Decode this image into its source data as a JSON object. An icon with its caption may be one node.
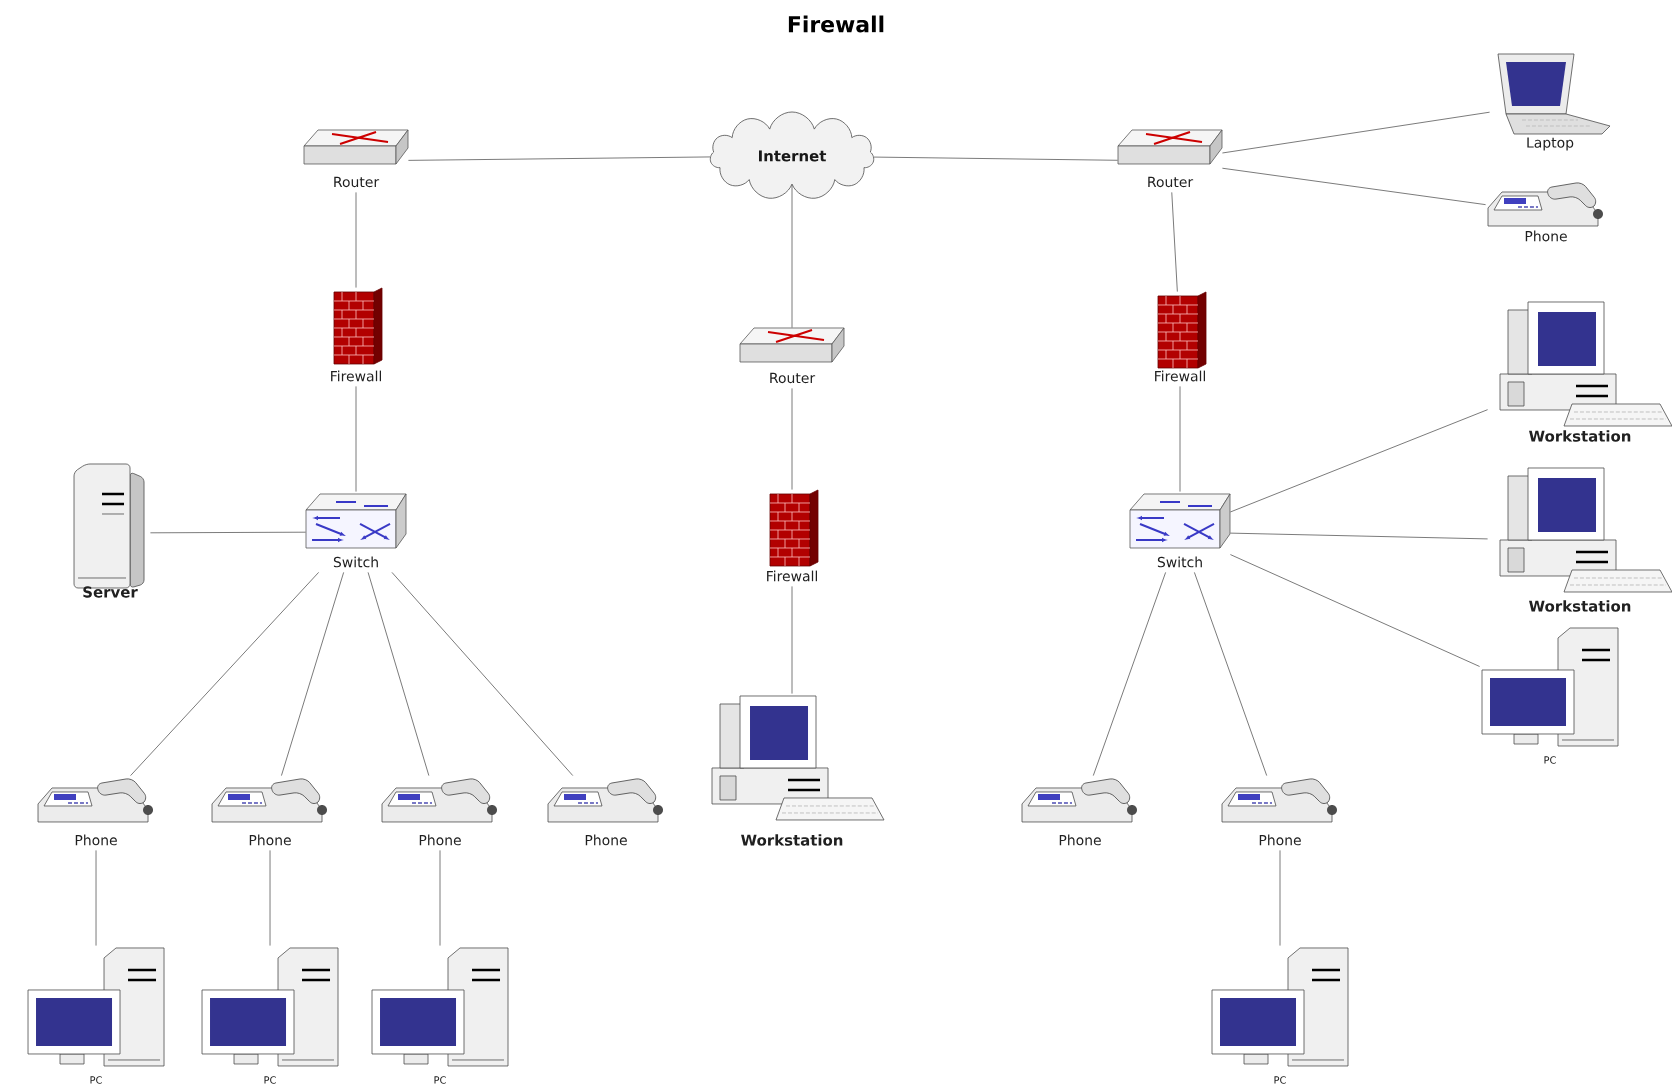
{
  "diagram": {
    "title": "Firewall",
    "nodes": [
      {
        "text": [
          "Internet"
        ]
      },
      {
        "text": [
          "Router"
        ]
      },
      {
        "text": [
          "Firewall"
        ]
      },
      {
        "text": [
          "Switch"
        ]
      },
      {
        "text": [
          "Server"
        ]
      },
      {
        "text": [
          "Phone"
        ]
      },
      {
        "text": [
          "Phone"
        ]
      },
      {
        "text": [
          "Phone"
        ]
      },
      {
        "text": [
          "Phone"
        ]
      },
      {
        "text": [
          "PC"
        ]
      },
      {
        "text": [
          "PC"
        ]
      },
      {
        "text": [
          "PC"
        ]
      },
      {
        "text": [
          "Router"
        ]
      },
      {
        "text": [
          "Firewall"
        ]
      },
      {
        "text": [
          "Workstation"
        ]
      },
      {
        "text": [
          "Router"
        ]
      },
      {
        "text": [
          "Laptop"
        ]
      },
      {
        "text": [
          "Phone"
        ]
      },
      {
        "text": [
          "Firewall"
        ]
      },
      {
        "text": [
          "Switch"
        ]
      },
      {
        "text": [
          "Workstation"
        ]
      },
      {
        "text": [
          "Workstation"
        ]
      },
      {
        "text": [
          "PC"
        ]
      },
      {
        "text": [
          "Phone"
        ]
      },
      {
        "text": [
          "Phone"
        ]
      },
      {
        "text": [
          "PC"
        ]
      }
    ],
    "edges": [
      {
        "from": 0,
        "to": 1,
        "arrow": "none"
      },
      {
        "from": 0,
        "to": 15,
        "arrow": "none"
      },
      {
        "from": 0,
        "to": 12,
        "arrow": "none"
      },
      {
        "from": 1,
        "to": 2,
        "arrow": "none"
      },
      {
        "from": 2,
        "to": 3,
        "arrow": "none"
      },
      {
        "from": 3,
        "to": 4,
        "arrow": "none"
      },
      {
        "from": 3,
        "to": 5,
        "arrow": "none"
      },
      {
        "from": 3,
        "to": 6,
        "arrow": "none"
      },
      {
        "from": 3,
        "to": 7,
        "arrow": "none"
      },
      {
        "from": 3,
        "to": 8,
        "arrow": "none"
      },
      {
        "from": 5,
        "to": 9,
        "arrow": "none"
      },
      {
        "from": 6,
        "to": 10,
        "arrow": "none"
      },
      {
        "from": 7,
        "to": 11,
        "arrow": "none"
      },
      {
        "from": 12,
        "to": 13,
        "arrow": "none"
      },
      {
        "from": 13,
        "to": 14,
        "arrow": "none"
      },
      {
        "from": 15,
        "to": 16,
        "arrow": "none"
      },
      {
        "from": 15,
        "to": 17,
        "arrow": "none"
      },
      {
        "from": 15,
        "to": 18,
        "arrow": "none"
      },
      {
        "from": 18,
        "to": 19,
        "arrow": "none"
      },
      {
        "from": 19,
        "to": 20,
        "arrow": "none"
      },
      {
        "from": 19,
        "to": 21,
        "arrow": "none"
      },
      {
        "from": 19,
        "to": 22,
        "arrow": "none"
      },
      {
        "from": 19,
        "to": 23,
        "arrow": "none"
      },
      {
        "from": 19,
        "to": 24,
        "arrow": "none"
      },
      {
        "from": 24,
        "to": 25,
        "arrow": "none"
      }
    ]
  }
}
